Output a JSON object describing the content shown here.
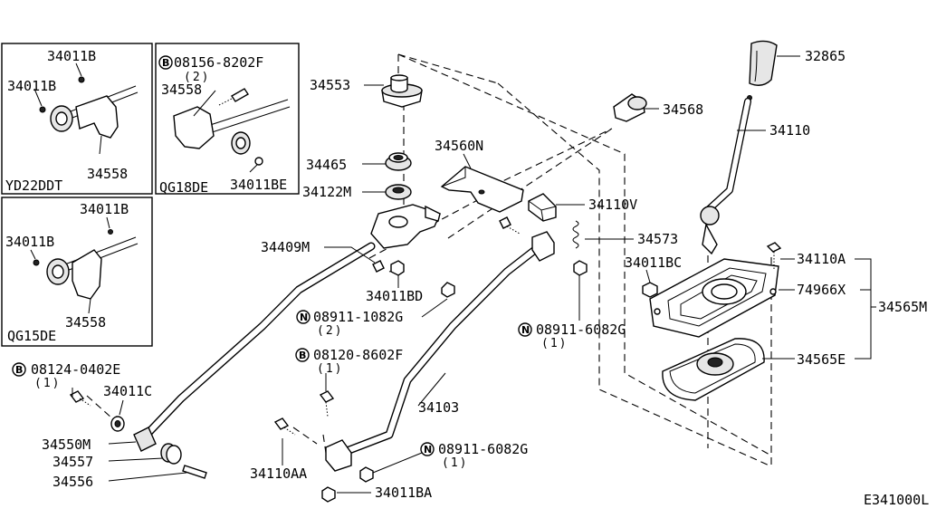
{
  "labels": {
    "p32865": "32865",
    "p34110": "34110",
    "p34568": "34568",
    "p34553": "34553",
    "p34465": "34465",
    "p34122m": "34122M",
    "p34560n": "34560N",
    "p34110v": "34110V",
    "p34573": "34573",
    "p34409m": "34409M",
    "p34011bd": "34011BD",
    "p34011bc": "34011BC",
    "p34110a": "34110A",
    "p74966x": "74966X",
    "p34565m": "34565M",
    "p34565e": "34565E",
    "n08911_1082g": "08911-1082G",
    "n08911_1082g_qty": "(2)",
    "n08911_6082g_a": "08911-6082G",
    "n08911_6082g_a_qty": "(1)",
    "b08120_8602f": "08120-8602F",
    "b08120_8602f_qty": "(1)",
    "b08124_0402e": "08124-0402E",
    "b08124_0402e_qty": "(1)",
    "p34011c": "34011C",
    "p34103": "34103",
    "p34550m": "34550M",
    "p34557": "34557",
    "p34556": "34556",
    "p34110aa": "34110AA",
    "n08911_6082g_b": "08911-6082G",
    "n08911_6082g_b_qty": "(1)",
    "p34011ba": "34011BA",
    "diagram_code": "E341000L"
  },
  "badges": {
    "bolt": "B",
    "nut": "N"
  },
  "insets": {
    "yd22ddt": {
      "title": "YD22DDT",
      "l_34011b_top": "34011B",
      "l_34011b_left": "34011B",
      "l_34558": "34558"
    },
    "qg18de": {
      "title": "QG18DE",
      "l_08156": "08156-8202F",
      "l_08156_qty": "(2)",
      "l_34558": "34558",
      "l_34011be": "34011BE"
    },
    "qg15de": {
      "title": "QG15DE",
      "l_34011b_top": "34011B",
      "l_34011b_left": "34011B",
      "l_34558": "34558"
    }
  }
}
